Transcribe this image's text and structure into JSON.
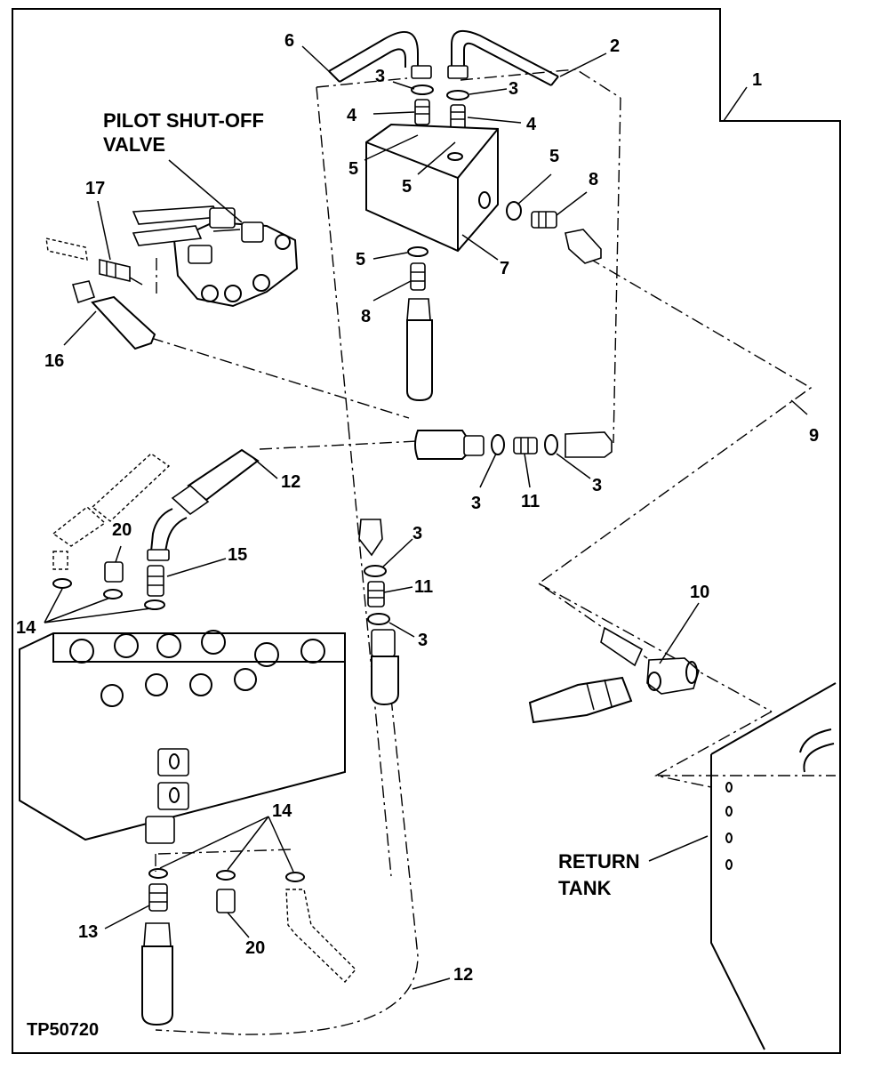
{
  "figure_id": "TP50720",
  "labels": {
    "pilot_valve": [
      "PILOT SHUT-OFF",
      "VALVE"
    ],
    "return_tank": [
      "RETURN",
      "TANK"
    ]
  },
  "callouts": {
    "c1": "1",
    "c2": "2",
    "c3a": "3",
    "c3b": "3",
    "c3c": "3",
    "c3d": "3",
    "c3e": "3",
    "c3f": "3",
    "c4a": "4",
    "c4b": "4",
    "c5a": "5",
    "c5b": "5",
    "c5c": "5",
    "c5d": "5",
    "c6": "6",
    "c7": "7",
    "c8a": "8",
    "c8b": "8",
    "c9": "9",
    "c10": "10",
    "c11a": "11",
    "c11b": "11",
    "c12a": "12",
    "c12b": "12",
    "c13": "13",
    "c14a": "14",
    "c14b": "14",
    "c15": "15",
    "c16": "16",
    "c17": "17",
    "c20a": "20",
    "c20b": "20"
  }
}
